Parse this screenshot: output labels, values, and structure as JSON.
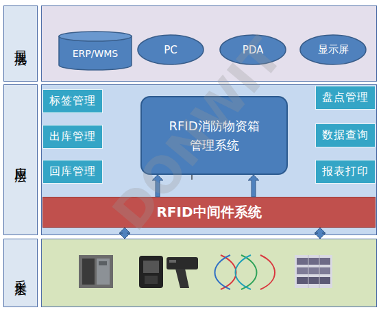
{
  "diagram": {
    "nodes": [
      {
        "text": [
          "展现层"
        ]
      },
      {
        "text": [
          "ERP/WMS"
        ],
        "in": 0
      },
      {
        "text": [
          "PC"
        ],
        "in": 0
      },
      {
        "text": [
          "PDA"
        ],
        "in": 0
      },
      {
        "text": [
          "显示屏"
        ],
        "in": 0
      },
      {
        "text": [
          "应用层"
        ]
      },
      {
        "text": [
          "标签管理"
        ],
        "in": 5
      },
      {
        "text": [
          "出库管理"
        ],
        "in": 5
      },
      {
        "text": [
          "回库管理"
        ],
        "in": 5
      },
      {
        "text": [
          "RFID消防物资箱 管理系统"
        ],
        "in": 5
      },
      {
        "text": [
          "盘点管理"
        ],
        "in": 5
      },
      {
        "text": [
          "数据查询"
        ],
        "in": 5
      },
      {
        "text": [
          "报表打印"
        ],
        "in": 5
      },
      {
        "text": [
          "RFID中间件系统"
        ],
        "in": 5
      },
      {
        "text": [
          "采集层"
        ]
      }
    ],
    "edges": [
      {
        "from": 13,
        "to": 9,
        "arrow": "to"
      },
      {
        "from": 13,
        "to": 9,
        "arrow": "to"
      },
      {
        "from": 14,
        "to": 13,
        "arrow": "both"
      },
      {
        "from": 14,
        "to": 13,
        "arrow": "both"
      }
    ],
    "labels": [
      "DONWIT"
    ]
  }
}
